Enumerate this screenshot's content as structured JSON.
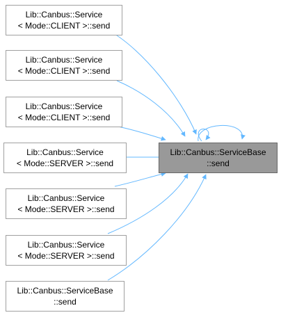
{
  "target": {
    "line1": "Lib::Canbus::ServiceBase",
    "line2": "::send"
  },
  "callers": [
    {
      "line1": "Lib::Canbus::Service",
      "line2": "< Mode::CLIENT >::send"
    },
    {
      "line1": "Lib::Canbus::Service",
      "line2": "< Mode::CLIENT >::send"
    },
    {
      "line1": "Lib::Canbus::Service",
      "line2": "< Mode::CLIENT >::send"
    },
    {
      "line1": "Lib::Canbus::Service",
      "line2": "< Mode::SERVER >::send"
    },
    {
      "line1": "Lib::Canbus::Service",
      "line2": "< Mode::SERVER >::send"
    },
    {
      "line1": "Lib::Canbus::Service",
      "line2": "< Mode::SERVER >::send"
    },
    {
      "line1": "Lib::Canbus::ServiceBase",
      "line2": "::send"
    }
  ],
  "colors": {
    "edge": "#63b8ff",
    "node_border": "#a0a0a0",
    "target_fill": "#999999",
    "target_border": "#666666"
  }
}
